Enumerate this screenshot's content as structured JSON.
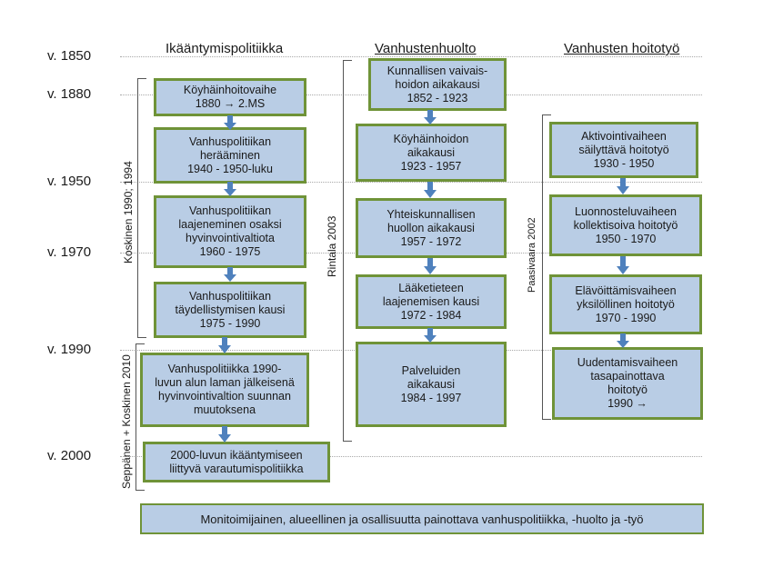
{
  "years": [
    {
      "id": "1850",
      "label": "v. 1850"
    },
    {
      "id": "1880",
      "label": "v. 1880"
    },
    {
      "id": "1950",
      "label": "v. 1950"
    },
    {
      "id": "1970",
      "label": "v. 1970"
    },
    {
      "id": "1990",
      "label": "v. 1990"
    },
    {
      "id": "2000",
      "label": "v. 2000"
    }
  ],
  "columns": {
    "left": {
      "title": "Ikääntymispolitiikka"
    },
    "middle": {
      "title": "Vanhustenhuolto"
    },
    "right": {
      "title": "Vanhusten hoitotyö"
    }
  },
  "brackets": {
    "koskinen": "Koskinen 1990; 1994",
    "rintala": "Rintala 2003",
    "paasivaara": "Paasivaara 2002",
    "seppanen": "Seppänen + Koskinen 2010"
  },
  "left_boxes": [
    "Köyhäinhoitovaihe\n1880 → 2.MS",
    "Vanhuspolitiikan\nherääminen\n1940 - 1950-luku",
    "Vanhuspolitiikan\nlaajeneminen osaksi\nhyvinvointivaltiota\n1960 - 1975",
    "Vanhuspolitiikan\ntäydellistymisen kausi\n1975 - 1990",
    "Vanhuspolitiikka 1990-\nluvun alun laman jälkeisenä\nhyvinvointivaltion suunnan\nmuutoksena",
    "2000-luvun ikääntymiseen\nliittyvä varautumispolitiikka"
  ],
  "middle_boxes": [
    "Kunnallisen vaivais-\nhoidon aikakausi\n1852 - 1923",
    "Köyhäinhoidon\naikakausi\n1923 - 1957",
    "Yhteiskunnallisen\nhuollon aikakausi\n1957 - 1972",
    "Lääketieteen\nlaajenemisen kausi\n1972 - 1984",
    "Palveluiden\naikakausi\n1984 - 1997"
  ],
  "right_boxes": [
    "Aktivointivaiheen\nsäilyttävä hoitotyö\n1930 - 1950",
    "Luonnosteluvaiheen\nkollektisoiva hoitotyö\n1950 - 1970",
    "Elävöittämisvaiheen\nyksilöllinen hoitotyö\n1970 - 1990",
    "Uudentamisvaiheen\ntasapainottava\nhoitotyö\n1990 →"
  ],
  "footer": "Monitoimijainen,  alueellinen ja osallisuutta painottava vanhuspolitiikka, -huolto ja -työ",
  "colors": {
    "box_fill": "#b9cde5",
    "box_border": "#6f9338",
    "arrow": "#4f81bd"
  }
}
